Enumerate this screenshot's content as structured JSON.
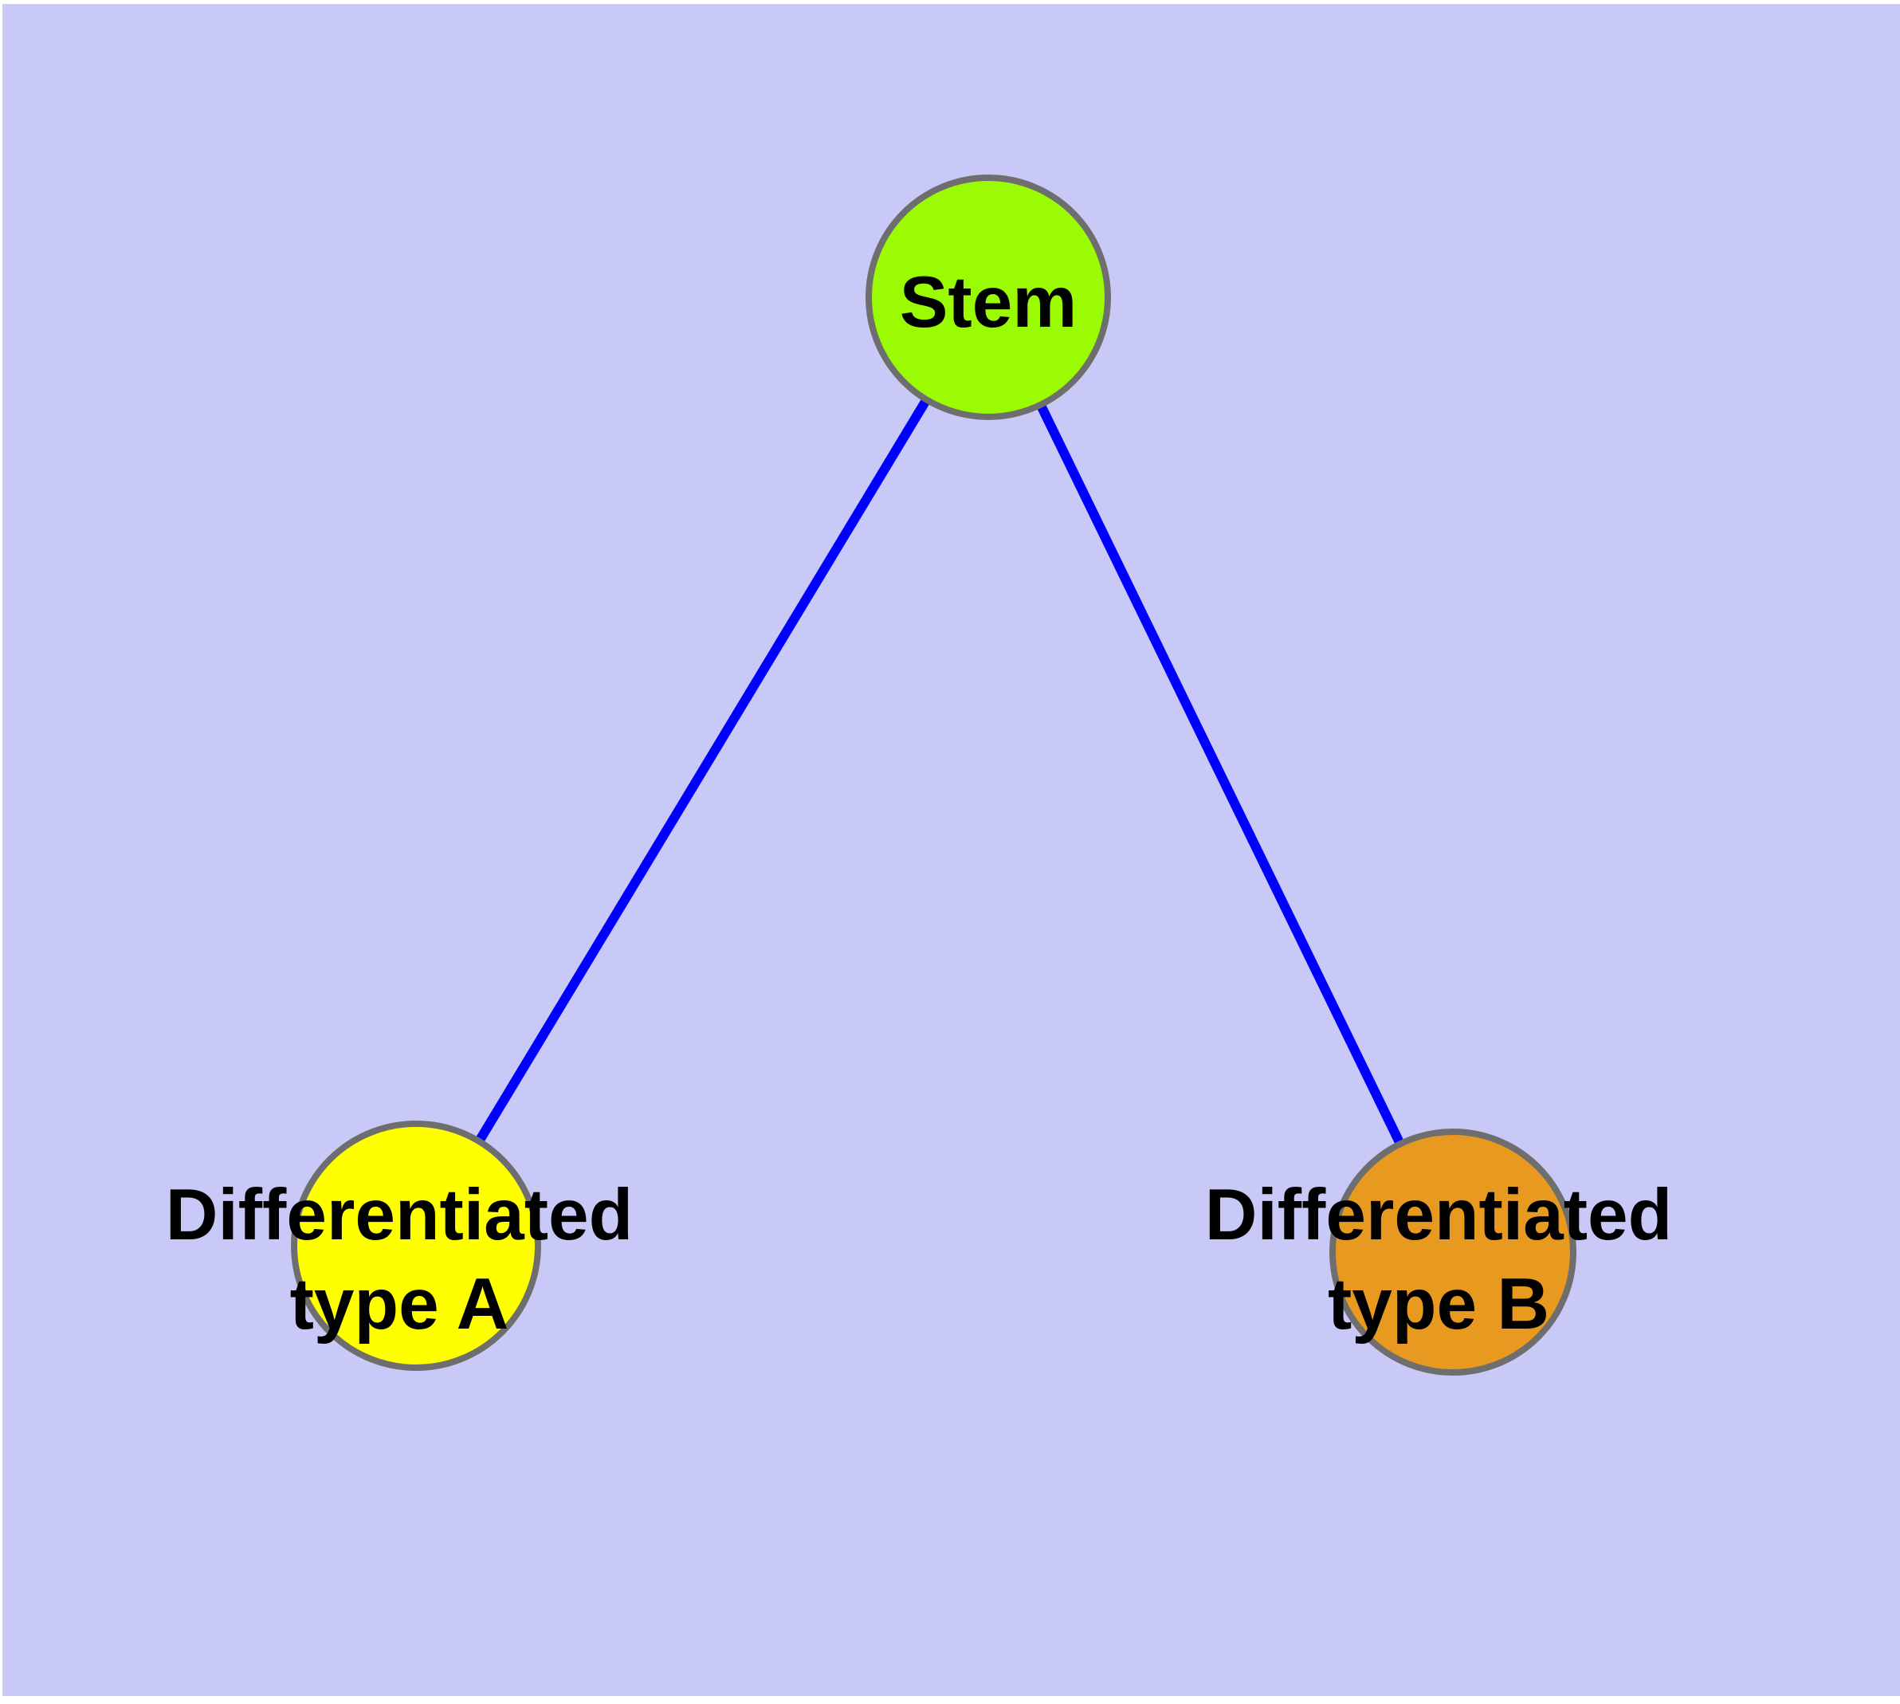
{
  "diagram": {
    "type": "node-link-graph",
    "background_color": "#C9C9F7",
    "page_margin_color": "#FFFFFF",
    "edge_color": "#0000FF",
    "node_border_color": "#6E6E6E",
    "label_color": "#000000",
    "nodes": [
      {
        "id": "stem",
        "label": "Stem",
        "color": "#9AFB02",
        "position": "top-center"
      },
      {
        "id": "type-a",
        "label": "Differentiated\ntype A",
        "color": "#FFFF00",
        "position": "bottom-left"
      },
      {
        "id": "type-b",
        "label": "Differentiated\ntype B",
        "color": "#E8991F",
        "position": "bottom-right"
      }
    ],
    "edges": [
      {
        "from": "Stem",
        "to": "Differentiated type A"
      },
      {
        "from": "Stem",
        "to": "Differentiated type B"
      }
    ]
  }
}
